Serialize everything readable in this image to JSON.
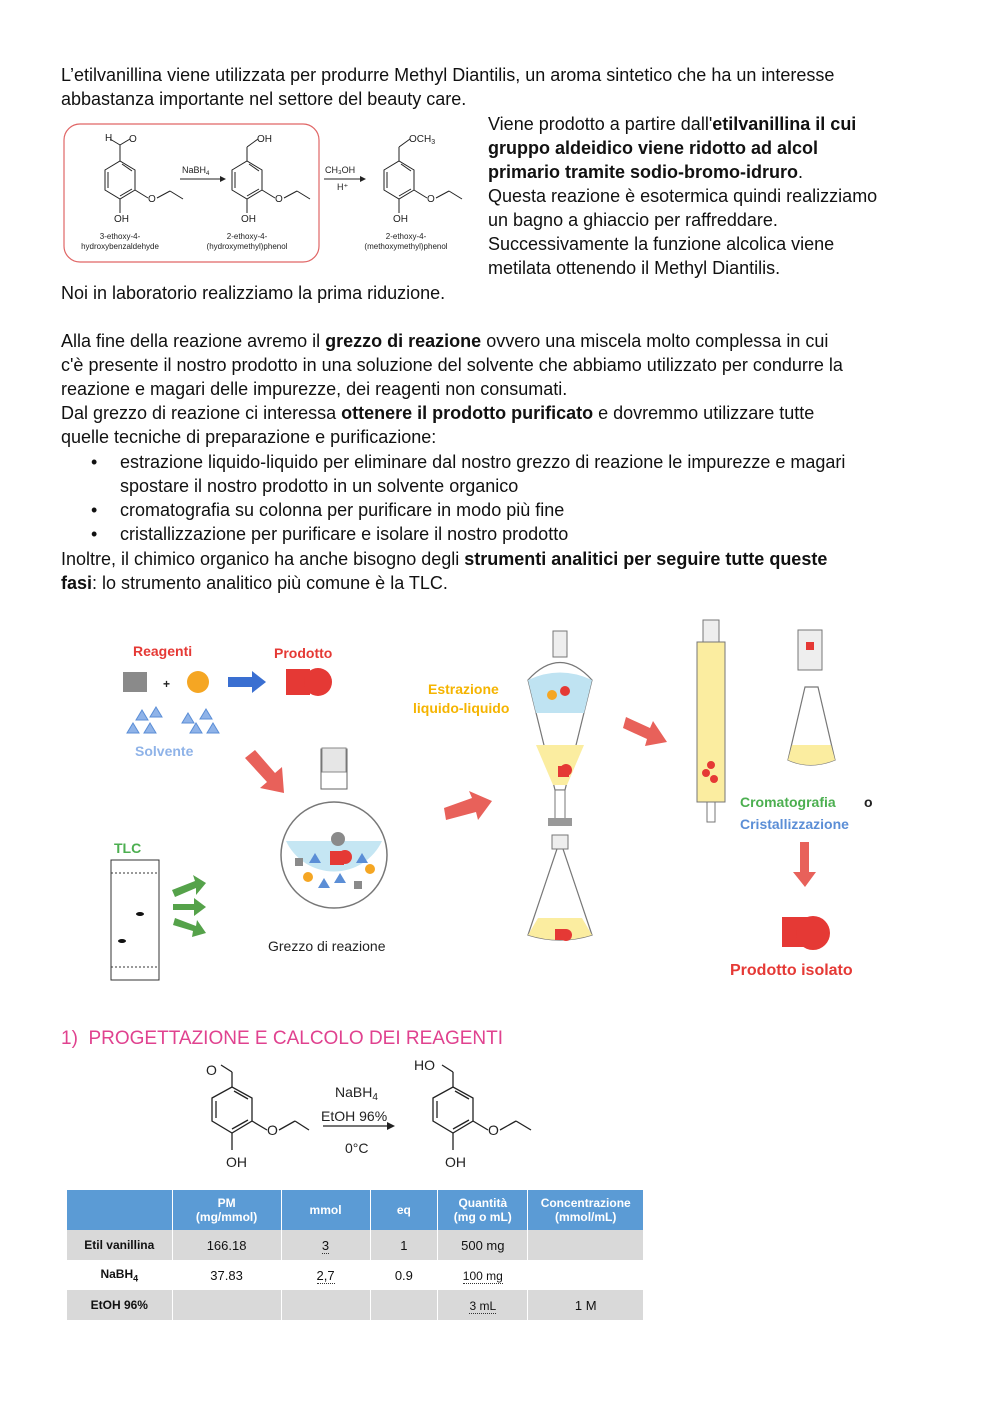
{
  "intro": {
    "line1": "L’etilvanillina viene utilizzata per produrre Methyl Diantilis, un aroma sintetico che ha un interesse",
    "line2": "abbastanza importante nel settore del beauty care."
  },
  "side": {
    "l1_normal": "Viene prodotto a partire dall'",
    "l1_bold": "etilvanillina il cui",
    "l2_bold": "gruppo aldeidico viene ridotto ad alcol",
    "l3_bold": "primario tramite sodio-bromo-idruro",
    "l3_end": ".",
    "l4": "Questa reazione è esotermica quindi realizziamo",
    "l5": "un bagno a ghiaccio per raffreddare.",
    "l6": "Successivamente la funzione alcolica viene",
    "l7": "metilata ottenendo il Methyl Diantilis."
  },
  "scheme1": {
    "reagent1": "NaBH",
    "reagent1_sub": "4",
    "reagent2": "CH₃OH",
    "reagent2_sub": "H⁺",
    "aldehyde_label": "H",
    "oh_group": "OH",
    "och3_group": "OCH",
    "och3_sub": "3",
    "name1_a": "3-ethoxy-4-",
    "name1_b": "hydroxybenzaldehyde",
    "name2_a": "2-ethoxy-4-",
    "name2_b": "(hydroxymethyl)phenol",
    "name3_a": "2-ethoxy-4-",
    "name3_b": "(methoxymethyl)phenol"
  },
  "para1": "Noi in laboratorio realizziamo la prima riduzione.",
  "para2": {
    "a": "Alla fine della reazione avremo il ",
    "b": "grezzo di reazione",
    "c": " ovvero una miscela molto complessa in cui",
    "line2": "c'è presente il nostro prodotto in una soluzione del solvente che abbiamo utilizzato per condurre la",
    "line3": "reazione e magari delle impurezze, dei reagenti non consumati.",
    "line4a": "Dal grezzo di reazione ci interessa ",
    "line4b": "ottenere il prodotto purificato",
    "line4c": " e dovremmo utilizzare tutte",
    "line5": "quelle tecniche di preparazione e purificazione:"
  },
  "bullets": [
    {
      "l1": "estrazione liquido-liquido per eliminare dal nostro grezzo di reazione le impurezze e magari",
      "l2": "spostare il nostro prodotto in un solvente organico"
    },
    {
      "l1": "cromatografia su colonna per purificare in modo più fine",
      "l2": ""
    },
    {
      "l1": "cristallizzazione per purificare e isolare il nostro prodotto",
      "l2": ""
    }
  ],
  "bullet_char": "•",
  "para3": {
    "a": "Inoltre, il chimico organico ha anche bisogno degli ",
    "b": "strumenti analitici per seguire tutte queste",
    "c": "fasi",
    "d": ": lo strumento analitico più comune è la TLC."
  },
  "figure": {
    "reagenti": "Reagenti",
    "prodotto": "Prodotto",
    "solvente": "Solvente",
    "plus": "+",
    "tlc": "TLC",
    "grezzo": "Grezzo di reazione",
    "estrazione_1": "Estrazione",
    "estrazione_2": "liquido-liquido",
    "cromatografia": "Cromatografia",
    "o": "o",
    "cristallizzazione": "Cristallizzazione",
    "prodotto_isolato": "Prodotto isolato",
    "colors": {
      "red": "#e53935",
      "blue": "#5b8ed6",
      "green": "#4caf50",
      "orange": "#f5a623",
      "yellow_label": "#f5b400",
      "grey": "#8a8a8a",
      "arrow_red": "#e8615a",
      "arrow_blue": "#3a6fd1",
      "arrow_green": "#55a24a"
    }
  },
  "section1": {
    "number": "1)",
    "title": "PROGETTAZIONE E CALCOLO DEI REAGENTI"
  },
  "scheme2": {
    "reagent": "NaBH",
    "reagent_sub": "4",
    "solvent": "EtOH 96%",
    "temp": "0°C",
    "o": "O",
    "oh": "OH",
    "ho": "HO"
  },
  "table": {
    "headers": [
      {
        "l1": "",
        "l2": ""
      },
      {
        "l1": "PM",
        "l2": "(mg/mmol)"
      },
      {
        "l1": "mmol",
        "l2": ""
      },
      {
        "l1": "eq",
        "l2": ""
      },
      {
        "l1": "Quantità",
        "l2": "(mg o mL)"
      },
      {
        "l1": "Concentrazione",
        "l2": "(mmol/mL)"
      }
    ],
    "rows": [
      {
        "name": "Etil vanillina",
        "name_sub": "",
        "pm": "166.18",
        "mmol": "3",
        "eq": "1",
        "qty": "500 mg",
        "conc": ""
      },
      {
        "name": "NaBH",
        "name_sub": "4",
        "pm": "37.83",
        "mmol": "2,7",
        "eq": "0.9",
        "qty": "100 mg",
        "conc": ""
      },
      {
        "name": "EtOH 96%",
        "name_sub": "",
        "pm": "",
        "mmol": "",
        "eq": "",
        "qty": "3 mL",
        "conc": "1 M"
      }
    ]
  }
}
